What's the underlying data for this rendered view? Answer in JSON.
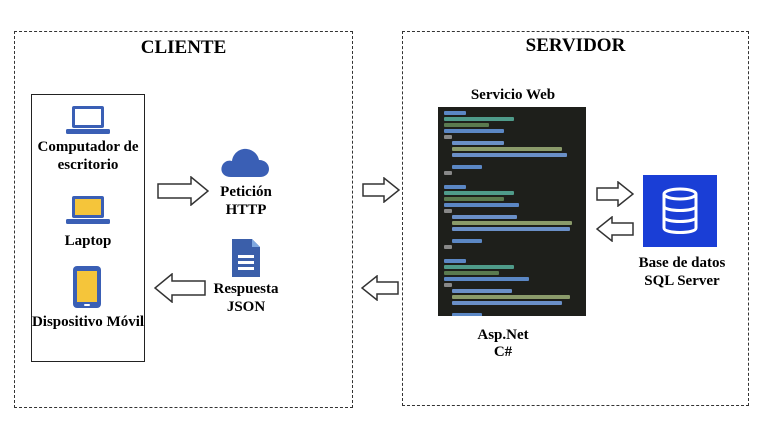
{
  "client": {
    "title": "CLIENTE",
    "devices": [
      {
        "label": "Computador de escritorio",
        "icon": "laptop-icon"
      },
      {
        "label": "Laptop",
        "icon": "laptop-icon"
      },
      {
        "label": "Dispositivo Móvil",
        "icon": "mobile-device-icon"
      }
    ],
    "request_label": "Petición HTTP",
    "response_label": "Respuesta JSON"
  },
  "server": {
    "title": "SERVIDOR",
    "service_title": "Servicio Web",
    "tech_label_1": "Asp.Net",
    "tech_label_2": "C#",
    "db_label": "Base de datos SQL Server"
  },
  "colors": {
    "device_blue": "#3a5fb5",
    "device_screen_yellow": "#f5c53a",
    "cloud_blue": "#3a5fb5",
    "doc_blue": "#3b5faa",
    "db_blue": "#1a3ed6",
    "code_bg": "#1e1f1b"
  }
}
